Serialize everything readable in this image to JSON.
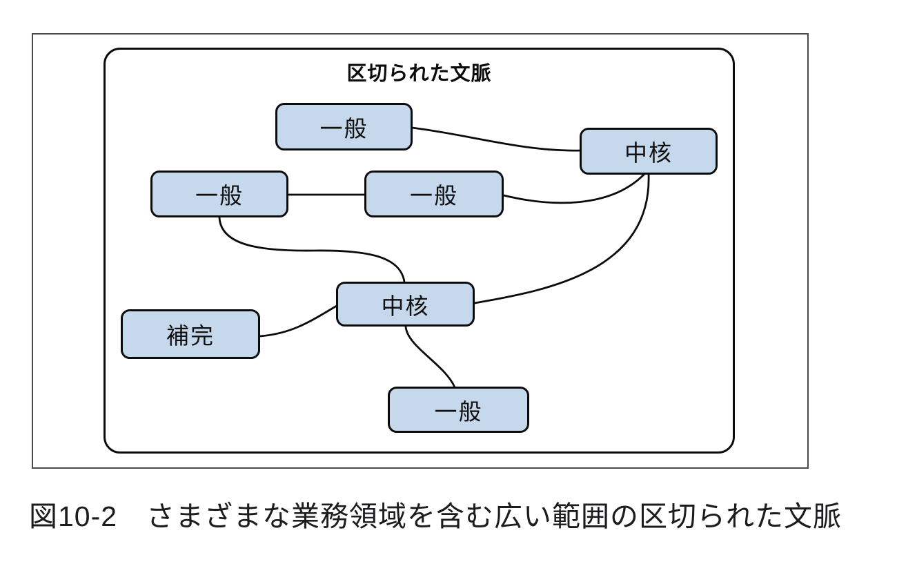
{
  "figure": {
    "frame_title": "区切られた文脈",
    "nodes": [
      {
        "id": "general-top",
        "label": "一般"
      },
      {
        "id": "core-top-right",
        "label": "中核"
      },
      {
        "id": "general-mid-left",
        "label": "一般"
      },
      {
        "id": "general-mid-center",
        "label": "一般"
      },
      {
        "id": "core-center",
        "label": "中核"
      },
      {
        "id": "supporting-left",
        "label": "補完"
      },
      {
        "id": "general-bottom",
        "label": "一般"
      }
    ],
    "edges": [
      {
        "from": "general-top",
        "to": "core-top-right"
      },
      {
        "from": "general-mid-left",
        "to": "general-mid-center"
      },
      {
        "from": "general-mid-center",
        "to": "core-top-right"
      },
      {
        "from": "core-center",
        "to": "core-top-right"
      },
      {
        "from": "general-mid-left",
        "to": "core-center"
      },
      {
        "from": "supporting-left",
        "to": "core-center"
      },
      {
        "from": "core-center",
        "to": "general-bottom"
      }
    ],
    "colors": {
      "node_fill": "#c6d9ec",
      "node_border": "#0b0b0b",
      "edge_line": "#0b0b0b",
      "outer_frame_border": "#4a4a4a"
    }
  },
  "caption": "図10-2　さまざまな業務領域を含む広い範囲の区切られた文脈"
}
